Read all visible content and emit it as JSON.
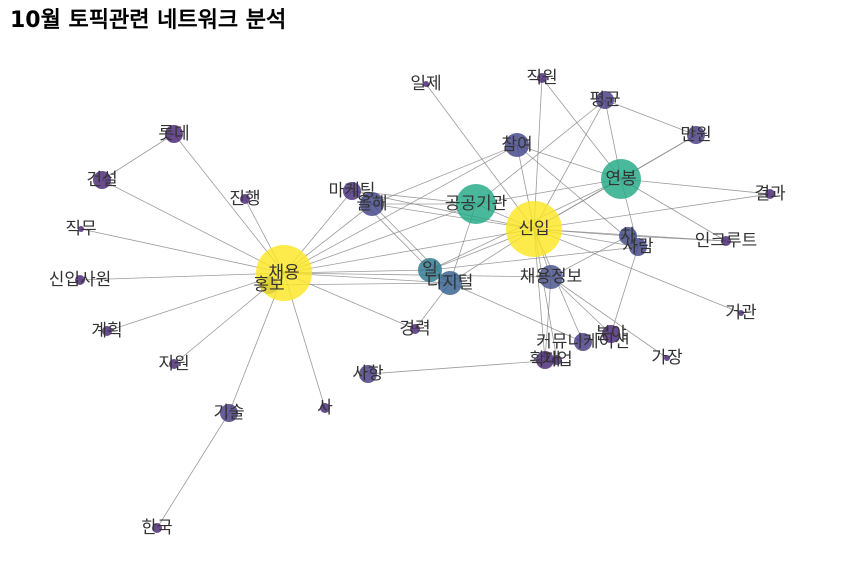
{
  "title": "10월 토픽관련 네트워크 분석",
  "colors": {
    "background": "#ffffff",
    "edge": "#8a8a8a",
    "label": "#333333",
    "palette_low": "#482475",
    "palette_midlow": "#414487",
    "palette_mid": "#2a788e",
    "palette_midhigh": "#22a884",
    "palette_high": "#fde725"
  },
  "nodes": [
    {
      "id": "채용",
      "label": "채용",
      "size": 5,
      "color": "#fde725"
    },
    {
      "id": "신입",
      "label": "신입",
      "size": 5,
      "color": "#fde725"
    },
    {
      "id": "공공기관",
      "label": "공공기관",
      "size": 4,
      "color": "#22a884"
    },
    {
      "id": "연봉",
      "label": "연봉",
      "size": 4,
      "color": "#22a884"
    },
    {
      "id": "일",
      "label": "일",
      "size": 3,
      "color": "#2a788e"
    },
    {
      "id": "디지털",
      "label": "디지털",
      "size": 3,
      "color": "#355f8d"
    },
    {
      "id": "채용정보",
      "label": "채용정보",
      "size": 3,
      "color": "#46508a"
    },
    {
      "id": "참여",
      "label": "참여",
      "size": 3,
      "color": "#414487"
    },
    {
      "id": "올해",
      "label": "올해",
      "size": 3,
      "color": "#414487"
    },
    {
      "id": "마케팅",
      "label": "마케팅",
      "size": 2,
      "color": "#472c7a"
    },
    {
      "id": "평균",
      "label": "평균",
      "size": 2,
      "color": "#443983"
    },
    {
      "id": "만원",
      "label": "만원",
      "size": 2,
      "color": "#443983"
    },
    {
      "id": "사람",
      "label": "사람",
      "size": 2,
      "color": "#414487"
    },
    {
      "id": "차",
      "label": "차",
      "size": 2,
      "color": "#3e4989"
    },
    {
      "id": "홍보",
      "label": "홍보",
      "size": 2,
      "color": "#3e4989"
    },
    {
      "id": "커뮤니케이션",
      "label": "커뮤니케이션",
      "size": 2,
      "color": "#443983"
    },
    {
      "id": "분야",
      "label": "분야",
      "size": 2,
      "color": "#482475"
    },
    {
      "id": "확대",
      "label": "확대",
      "size": 2,
      "color": "#482475"
    },
    {
      "id": "기업",
      "label": "기업",
      "size": 1,
      "color": "#482475"
    },
    {
      "id": "사항",
      "label": "사항",
      "size": 2,
      "color": "#443983"
    },
    {
      "id": "기술",
      "label": "기술",
      "size": 2,
      "color": "#443983"
    },
    {
      "id": "롯데",
      "label": "롯데",
      "size": 2,
      "color": "#482475"
    },
    {
      "id": "건설",
      "label": "건설",
      "size": 2,
      "color": "#482475"
    },
    {
      "id": "진행",
      "label": "진행",
      "size": 1,
      "color": "#482475"
    },
    {
      "id": "직원",
      "label": "직원",
      "size": 1,
      "color": "#482475"
    },
    {
      "id": "일제",
      "label": "일제",
      "size": 0,
      "color": "#482475"
    },
    {
      "id": "결과",
      "label": "결과",
      "size": 1,
      "color": "#482475"
    },
    {
      "id": "인크루트",
      "label": "인크루트",
      "size": 1,
      "color": "#482475"
    },
    {
      "id": "거관",
      "label": "거관",
      "size": 0,
      "color": "#482475"
    },
    {
      "id": "가장",
      "label": "가장",
      "size": 0,
      "color": "#482475"
    },
    {
      "id": "경력",
      "label": "경력",
      "size": 1,
      "color": "#482475"
    },
    {
      "id": "직무",
      "label": "직무",
      "size": 0,
      "color": "#482475"
    },
    {
      "id": "신입사원",
      "label": "신입사원",
      "size": 1,
      "color": "#482475"
    },
    {
      "id": "계획",
      "label": "계획",
      "size": 1,
      "color": "#482475"
    },
    {
      "id": "지원",
      "label": "지원",
      "size": 1,
      "color": "#482475"
    },
    {
      "id": "사",
      "label": "사",
      "size": 1,
      "color": "#482475"
    },
    {
      "id": "한국",
      "label": "한국",
      "size": 1,
      "color": "#482475"
    }
  ],
  "edges": [
    [
      "채용",
      "롯데"
    ],
    [
      "채용",
      "건설"
    ],
    [
      "채용",
      "진행"
    ],
    [
      "채용",
      "직무"
    ],
    [
      "채용",
      "신입사원"
    ],
    [
      "채용",
      "계획"
    ],
    [
      "채용",
      "지원"
    ],
    [
      "채용",
      "기술"
    ],
    [
      "채용",
      "사"
    ],
    [
      "채용",
      "홍보"
    ],
    [
      "채용",
      "마케팅"
    ],
    [
      "채용",
      "올해"
    ],
    [
      "채용",
      "공공기관"
    ],
    [
      "채용",
      "신입"
    ],
    [
      "채용",
      "일"
    ],
    [
      "채용",
      "디지털"
    ],
    [
      "채용",
      "채용정보"
    ],
    [
      "채용",
      "경력"
    ],
    [
      "채용",
      "참여"
    ],
    [
      "롯데",
      "건설"
    ],
    [
      "기술",
      "한국"
    ],
    [
      "신입",
      "공공기관"
    ],
    [
      "신입",
      "연봉"
    ],
    [
      "신입",
      "평균"
    ],
    [
      "신입",
      "직원"
    ],
    [
      "신입",
      "일제"
    ],
    [
      "신입",
      "참여"
    ],
    [
      "신입",
      "결과"
    ],
    [
      "신입",
      "인크루트"
    ],
    [
      "신입",
      "사람"
    ],
    [
      "신입",
      "차"
    ],
    [
      "신입",
      "채용정보"
    ],
    [
      "신입",
      "일"
    ],
    [
      "신입",
      "디지털"
    ],
    [
      "신입",
      "올해"
    ],
    [
      "신입",
      "마케팅"
    ],
    [
      "신입",
      "거관"
    ],
    [
      "신입",
      "커뮤니케이션"
    ],
    [
      "신입",
      "확대"
    ],
    [
      "신입",
      "만원"
    ],
    [
      "신입",
      "기업"
    ],
    [
      "연봉",
      "평균"
    ],
    [
      "연봉",
      "만원"
    ],
    [
      "연봉",
      "결과"
    ],
    [
      "연봉",
      "인크루트"
    ],
    [
      "연봉",
      "참여"
    ],
    [
      "연봉",
      "공공기관"
    ],
    [
      "연봉",
      "직원"
    ],
    [
      "연봉",
      "사람"
    ],
    [
      "연봉",
      "일"
    ],
    [
      "평균",
      "만원"
    ],
    [
      "평균",
      "공공기관"
    ],
    [
      "참여",
      "사람"
    ],
    [
      "참여",
      "올해"
    ],
    [
      "공공기관",
      "올해"
    ],
    [
      "공공기관",
      "마케팅"
    ],
    [
      "공공기관",
      "디지털"
    ],
    [
      "일",
      "디지털"
    ],
    [
      "일",
      "사람"
    ],
    [
      "일",
      "마케팅"
    ],
    [
      "디지털",
      "커뮤니케이션"
    ],
    [
      "디지털",
      "경력"
    ],
    [
      "디지털",
      "올해"
    ],
    [
      "디지털",
      "홍보"
    ],
    [
      "채용정보",
      "가장"
    ],
    [
      "채용정보",
      "분야"
    ],
    [
      "채용정보",
      "확대"
    ],
    [
      "채용정보",
      "차"
    ],
    [
      "사항",
      "기업"
    ],
    [
      "분야",
      "사람"
    ],
    [
      "차",
      "인크루트"
    ],
    [
      "마케팅",
      "올해"
    ]
  ]
}
